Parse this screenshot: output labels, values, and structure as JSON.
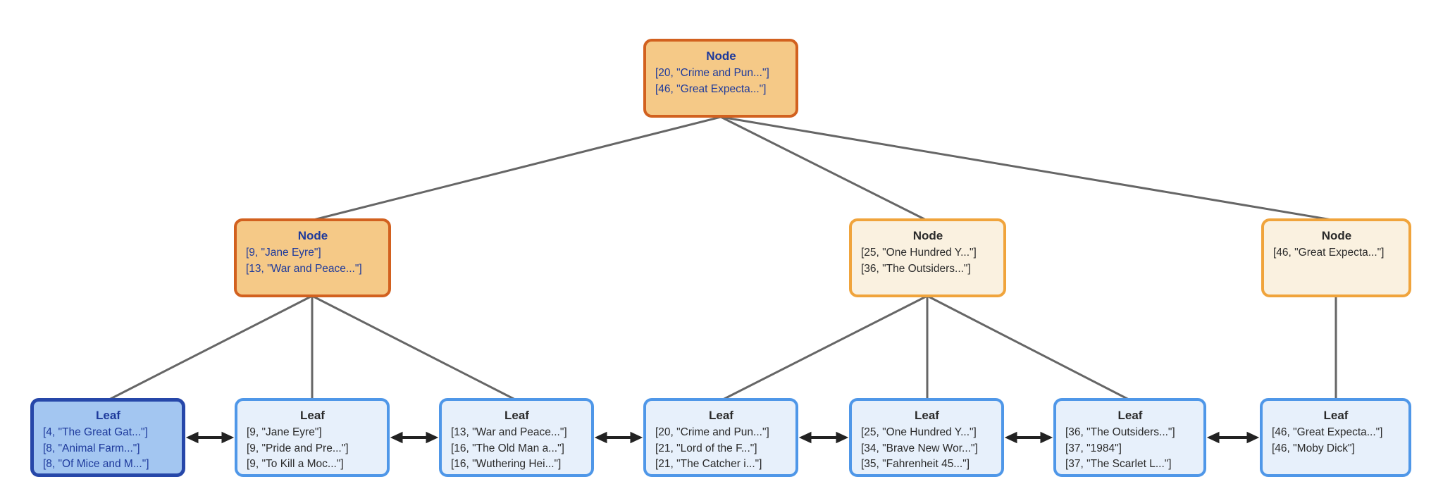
{
  "diagram": {
    "kind": "b-tree-visualization",
    "background_color": "#ffffff",
    "edge_color": "#666666",
    "arrow_color": "#222222",
    "styles": {
      "node_highlight": {
        "fill": "#f5c987",
        "border": "#d2611f",
        "text": "#1e3a9c"
      },
      "node_normal": {
        "fill": "#faf1e0",
        "border": "#f0a43c",
        "text": "#2a2a2a"
      },
      "leaf_highlight": {
        "fill": "#a3c6f1",
        "border": "#2647a9",
        "text": "#1e3a9c"
      },
      "leaf_normal": {
        "fill": "#e7f0fb",
        "border": "#4f97e8",
        "text": "#2a2a2a"
      }
    },
    "root": {
      "title": "Node",
      "highlighted": true,
      "entries": [
        "[20, \"Crime and Pun...\"]",
        "[46, \"Great Expecta...\"]"
      ]
    },
    "internal": [
      {
        "title": "Node",
        "highlighted": true,
        "entries": [
          "[9, \"Jane Eyre\"]",
          "[13, \"War and Peace...\"]"
        ]
      },
      {
        "title": "Node",
        "highlighted": false,
        "entries": [
          "[25, \"One Hundred Y...\"]",
          "[36, \"The Outsiders...\"]"
        ]
      },
      {
        "title": "Node",
        "highlighted": false,
        "entries": [
          "[46, \"Great Expecta...\"]"
        ]
      }
    ],
    "leaves": [
      {
        "title": "Leaf",
        "highlighted": true,
        "entries": [
          "[4, \"The Great Gat...\"]",
          "[8, \"Animal Farm...\"]",
          "[8, \"Of Mice and M...\"]"
        ]
      },
      {
        "title": "Leaf",
        "highlighted": false,
        "entries": [
          "[9, \"Jane Eyre\"]",
          "[9, \"Pride and Pre...\"]",
          "[9, \"To Kill a Moc...\"]"
        ]
      },
      {
        "title": "Leaf",
        "highlighted": false,
        "entries": [
          "[13, \"War and Peace...\"]",
          "[16, \"The Old Man a...\"]",
          "[16, \"Wuthering Hei...\"]"
        ]
      },
      {
        "title": "Leaf",
        "highlighted": false,
        "entries": [
          "[20, \"Crime and Pun...\"]",
          "[21, \"Lord of the F...\"]",
          "[21, \"The Catcher i...\"]"
        ]
      },
      {
        "title": "Leaf",
        "highlighted": false,
        "entries": [
          "[25, \"One Hundred Y...\"]",
          "[34, \"Brave New Wor...\"]",
          "[35, \"Fahrenheit 45...\"]"
        ]
      },
      {
        "title": "Leaf",
        "highlighted": false,
        "entries": [
          "[36, \"The Outsiders...\"]",
          "[37, \"1984\"]",
          "[37, \"The Scarlet L...\"]"
        ]
      },
      {
        "title": "Leaf",
        "highlighted": false,
        "entries": [
          "[46, \"Great Expecta...\"]",
          "[46, \"Moby Dick\"]"
        ]
      }
    ]
  }
}
